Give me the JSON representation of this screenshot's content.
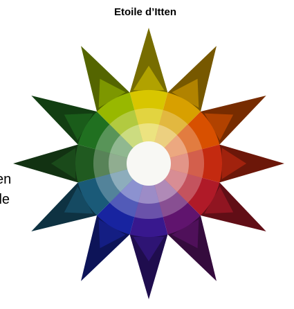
{
  "title": "Etoile d’Itten",
  "edge_fragments": [
    ":",
    "en",
    "ile"
  ],
  "star": {
    "hues": [
      "#d8c600",
      "#d8a000",
      "#e07800",
      "#d85000",
      "#c42a10",
      "#b01a28",
      "#a01a46",
      "#60146e",
      "#38188e",
      "#1824a0",
      "#203c8e",
      "#1a5a78",
      "#205a20",
      "#207020",
      "#40980a",
      "#98b800"
    ]
  }
}
